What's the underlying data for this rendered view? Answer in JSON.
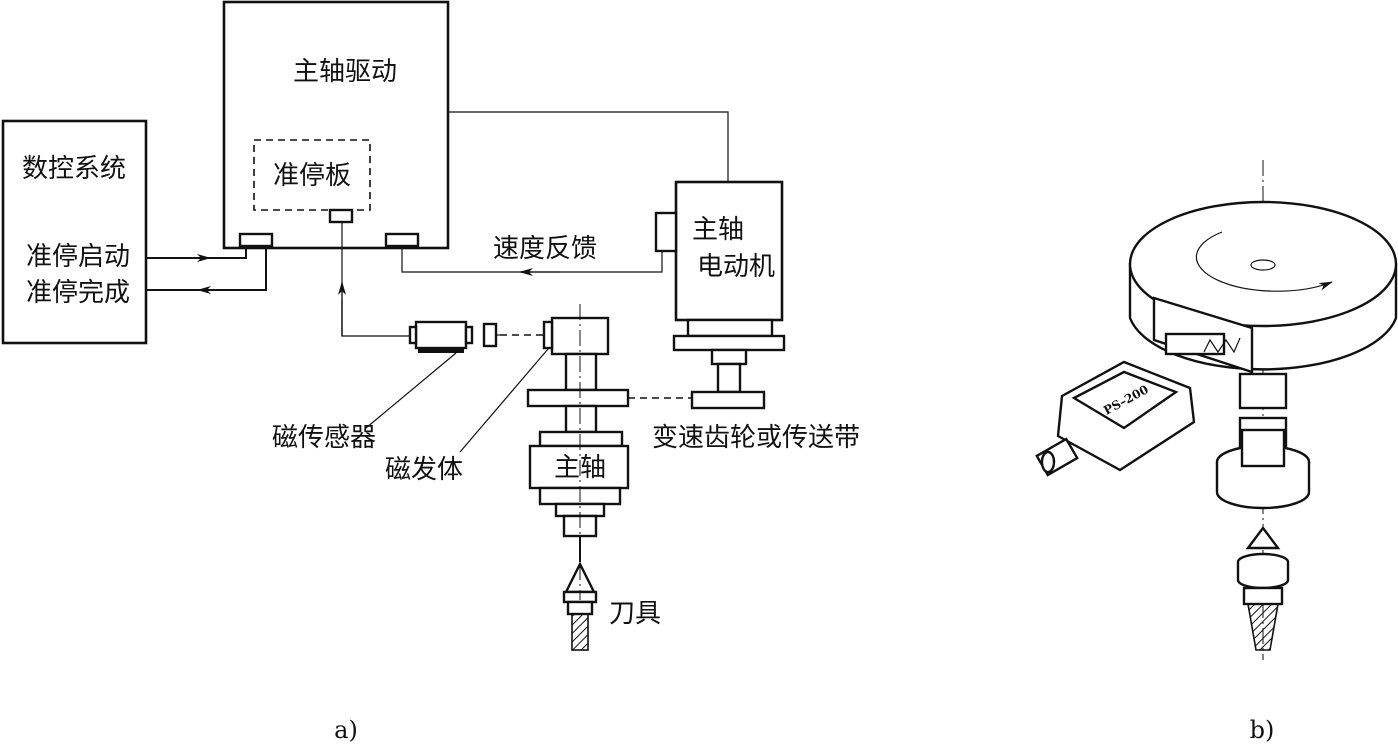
{
  "diagram_a": {
    "caption": "a)",
    "cnc_system": {
      "title": "数控系统",
      "stop_start": "准停启动",
      "stop_done": "准停完成"
    },
    "spindle_drive": {
      "title": "主轴驱动"
    },
    "orient_board": {
      "title": "准停板"
    },
    "speed_feedback": "速度反馈",
    "motor": {
      "line1": "主轴",
      "line2": "电动机"
    },
    "magnetic_sensor": "磁传感器",
    "magnet": "磁发体",
    "gear_belt": "变速齿轮或传送带",
    "spindle": "主轴",
    "tool": "刀具"
  },
  "diagram_b": {
    "caption": "b)",
    "sensor_model": "PS–200"
  }
}
